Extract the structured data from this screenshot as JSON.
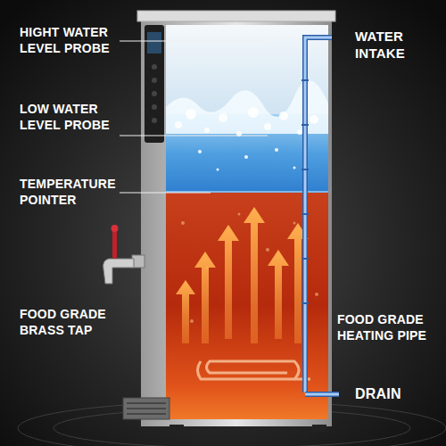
{
  "diagram": {
    "labels": [
      "HIGHT WATER LEVEL PROBE",
      "LOW WATER LEVEL PROBE",
      "TEMPERATURE POINTER",
      "FOOD GRADE BRASS TAP",
      "WATER INTAKE",
      "FOOD GRADE HEATING PIPE",
      "DRAIN"
    ]
  }
}
